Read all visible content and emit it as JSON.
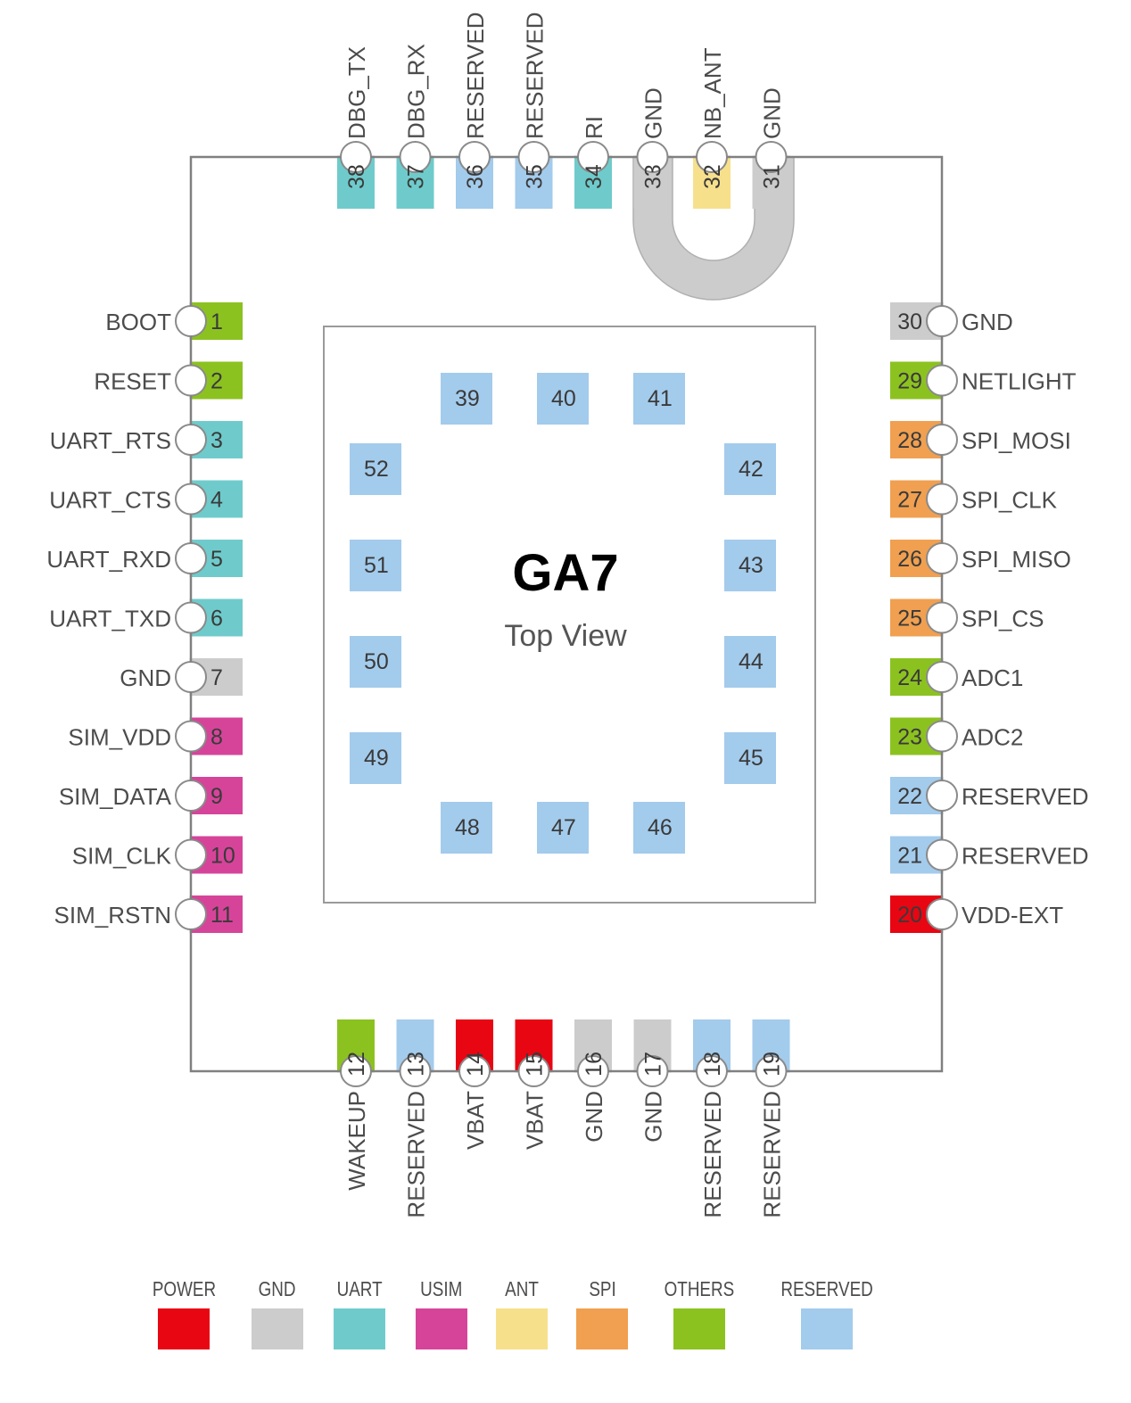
{
  "chip": {
    "title": "GA7",
    "subtitle": "Top View"
  },
  "colors": {
    "power": "#E80613",
    "gnd": "#CCCCCC",
    "uart": "#6FCBCB",
    "usim": "#D6449A",
    "ant": "#F7E08C",
    "spi": "#F0A050",
    "others": "#8CC220",
    "reserved": "#A3CBEC",
    "outline": "#808080",
    "pin_text": "#3A3A3A",
    "label_text": "#4c4c4c",
    "pad_fill": "#A3CBEC"
  },
  "legend": {
    "items": [
      {
        "label": "POWER",
        "color": "#E80613"
      },
      {
        "label": "GND",
        "color": "#CCCCCC"
      },
      {
        "label": "UART",
        "color": "#6FCBCB"
      },
      {
        "label": "USIM",
        "color": "#D6449A"
      },
      {
        "label": "ANT",
        "color": "#F7E08C"
      },
      {
        "label": "SPI",
        "color": "#F0A050"
      },
      {
        "label": "OTHERS",
        "color": "#8CC220"
      },
      {
        "label": "RESERVED",
        "color": "#A3CBEC"
      }
    ]
  },
  "pins": {
    "left": [
      {
        "num": "1",
        "label": "BOOT",
        "category": "OTHERS",
        "color": "#8CC220"
      },
      {
        "num": "2",
        "label": "RESET",
        "category": "OTHERS",
        "color": "#8CC220"
      },
      {
        "num": "3",
        "label": "UART_RTS",
        "category": "UART",
        "color": "#6FCBCB"
      },
      {
        "num": "4",
        "label": "UART_CTS",
        "category": "UART",
        "color": "#6FCBCB"
      },
      {
        "num": "5",
        "label": "UART_RXD",
        "category": "UART",
        "color": "#6FCBCB"
      },
      {
        "num": "6",
        "label": "UART_TXD",
        "category": "UART",
        "color": "#6FCBCB"
      },
      {
        "num": "7",
        "label": "GND",
        "category": "GND",
        "color": "#CCCCCC"
      },
      {
        "num": "8",
        "label": "SIM_VDD",
        "category": "USIM",
        "color": "#D6449A"
      },
      {
        "num": "9",
        "label": "SIM_DATA",
        "category": "USIM",
        "color": "#D6449A"
      },
      {
        "num": "10",
        "label": "SIM_CLK",
        "category": "USIM",
        "color": "#D6449A"
      },
      {
        "num": "11",
        "label": "SIM_RSTN",
        "category": "USIM",
        "color": "#D6449A"
      }
    ],
    "bottom": [
      {
        "num": "12",
        "label": "WAKEUP",
        "category": "OTHERS",
        "color": "#8CC220"
      },
      {
        "num": "13",
        "label": "RESERVED",
        "category": "RESERVED",
        "color": "#A3CBEC"
      },
      {
        "num": "14",
        "label": "VBAT",
        "category": "POWER",
        "color": "#E80613"
      },
      {
        "num": "15",
        "label": "VBAT",
        "category": "POWER",
        "color": "#E80613"
      },
      {
        "num": "16",
        "label": "GND",
        "category": "GND",
        "color": "#CCCCCC"
      },
      {
        "num": "17",
        "label": "GND",
        "category": "GND",
        "color": "#CCCCCC"
      },
      {
        "num": "18",
        "label": "RESERVED",
        "category": "RESERVED",
        "color": "#A3CBEC"
      },
      {
        "num": "19",
        "label": "RESERVED",
        "category": "RESERVED",
        "color": "#A3CBEC"
      }
    ],
    "right": [
      {
        "num": "20",
        "label": "VDD-EXT",
        "category": "POWER",
        "color": "#E80613"
      },
      {
        "num": "21",
        "label": "RESERVED",
        "category": "RESERVED",
        "color": "#A3CBEC"
      },
      {
        "num": "22",
        "label": "RESERVED",
        "category": "RESERVED",
        "color": "#A3CBEC"
      },
      {
        "num": "23",
        "label": "ADC2",
        "category": "OTHERS",
        "color": "#8CC220"
      },
      {
        "num": "24",
        "label": "ADC1",
        "category": "OTHERS",
        "color": "#8CC220"
      },
      {
        "num": "25",
        "label": "SPI_CS",
        "category": "SPI",
        "color": "#F0A050"
      },
      {
        "num": "26",
        "label": "SPI_MISO",
        "category": "SPI",
        "color": "#F0A050"
      },
      {
        "num": "27",
        "label": "SPI_CLK",
        "category": "SPI",
        "color": "#F0A050"
      },
      {
        "num": "28",
        "label": "SPI_MOSI",
        "category": "SPI",
        "color": "#F0A050"
      },
      {
        "num": "29",
        "label": "NETLIGHT",
        "category": "OTHERS",
        "color": "#8CC220"
      },
      {
        "num": "30",
        "label": "GND",
        "category": "GND",
        "color": "#CCCCCC"
      }
    ],
    "top": [
      {
        "num": "31",
        "label": "GND",
        "category": "GND",
        "color": "#CCCCCC"
      },
      {
        "num": "32",
        "label": "NB_ANT",
        "category": "ANT",
        "color": "#F7E08C"
      },
      {
        "num": "33",
        "label": "GND",
        "category": "GND",
        "color": "#CCCCCC"
      },
      {
        "num": "34",
        "label": "RI",
        "category": "UART",
        "color": "#6FCBCB"
      },
      {
        "num": "35",
        "label": "RESERVED",
        "category": "RESERVED",
        "color": "#A3CBEC"
      },
      {
        "num": "36",
        "label": "RESERVED",
        "category": "RESERVED",
        "color": "#A3CBEC"
      },
      {
        "num": "37",
        "label": "DBG_RX",
        "category": "UART",
        "color": "#6FCBCB"
      },
      {
        "num": "38",
        "label": "DBG_TX",
        "category": "UART",
        "color": "#6FCBCB"
      }
    ],
    "inner_pads": [
      {
        "num": "39"
      },
      {
        "num": "40"
      },
      {
        "num": "41"
      },
      {
        "num": "42"
      },
      {
        "num": "43"
      },
      {
        "num": "44"
      },
      {
        "num": "45"
      },
      {
        "num": "46"
      },
      {
        "num": "47"
      },
      {
        "num": "48"
      },
      {
        "num": "49"
      },
      {
        "num": "50"
      },
      {
        "num": "51"
      },
      {
        "num": "52"
      }
    ]
  }
}
